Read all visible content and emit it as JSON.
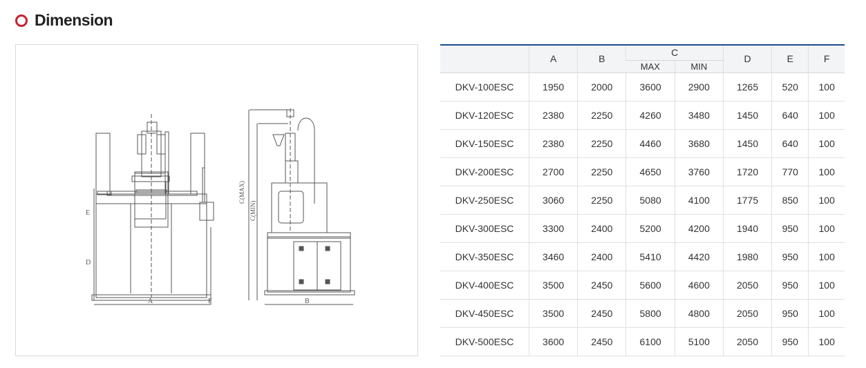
{
  "section_title": "Dimension",
  "drawing_labels": {
    "a": "A",
    "b": "B",
    "c_max": "C(MAX)",
    "c_min": "C(MIN)",
    "d": "D",
    "e": "E",
    "f": "F"
  },
  "table": {
    "headers": {
      "a": "A",
      "b": "B",
      "c": "C",
      "c_max": "MAX",
      "c_min": "MIN",
      "d": "D",
      "e": "E",
      "f": "F"
    },
    "rows": [
      [
        "DKV-100ESC",
        "1950",
        "2000",
        "3600",
        "2900",
        "1265",
        "520",
        "100"
      ],
      [
        "DKV-120ESC",
        "2380",
        "2250",
        "4260",
        "3480",
        "1450",
        "640",
        "100"
      ],
      [
        "DKV-150ESC",
        "2380",
        "2250",
        "4460",
        "3680",
        "1450",
        "640",
        "100"
      ],
      [
        "DKV-200ESC",
        "2700",
        "2250",
        "4650",
        "3760",
        "1720",
        "770",
        "100"
      ],
      [
        "DKV-250ESC",
        "3060",
        "2250",
        "5080",
        "4100",
        "1775",
        "850",
        "100"
      ],
      [
        "DKV-300ESC",
        "3300",
        "2400",
        "5200",
        "4200",
        "1940",
        "950",
        "100"
      ],
      [
        "DKV-350ESC",
        "3460",
        "2400",
        "5410",
        "4420",
        "1980",
        "950",
        "100"
      ],
      [
        "DKV-400ESC",
        "3500",
        "2450",
        "5600",
        "4600",
        "2050",
        "950",
        "100"
      ],
      [
        "DKV-450ESC",
        "3500",
        "2450",
        "5800",
        "4800",
        "2050",
        "950",
        "100"
      ],
      [
        "DKV-500ESC",
        "3600",
        "2450",
        "6100",
        "5100",
        "2050",
        "950",
        "100"
      ]
    ]
  }
}
